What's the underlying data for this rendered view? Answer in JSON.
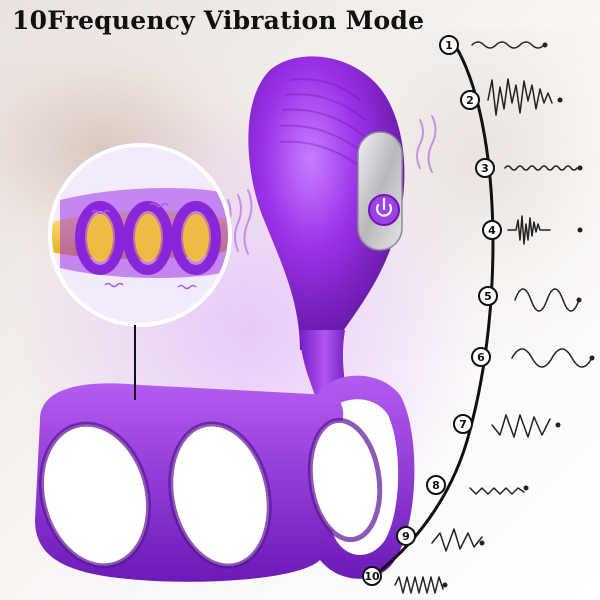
{
  "title": "10Frequency Vibration Mode",
  "modes": [
    "1",
    "2",
    "3",
    "4",
    "5",
    "6",
    "7",
    "8",
    "9",
    "10"
  ],
  "colors": {
    "product_purple": "#8a2be2",
    "product_dark": "#5e1a9e",
    "button_silver": "#c8c8cc",
    "accent_banana": "#f4c430"
  }
}
